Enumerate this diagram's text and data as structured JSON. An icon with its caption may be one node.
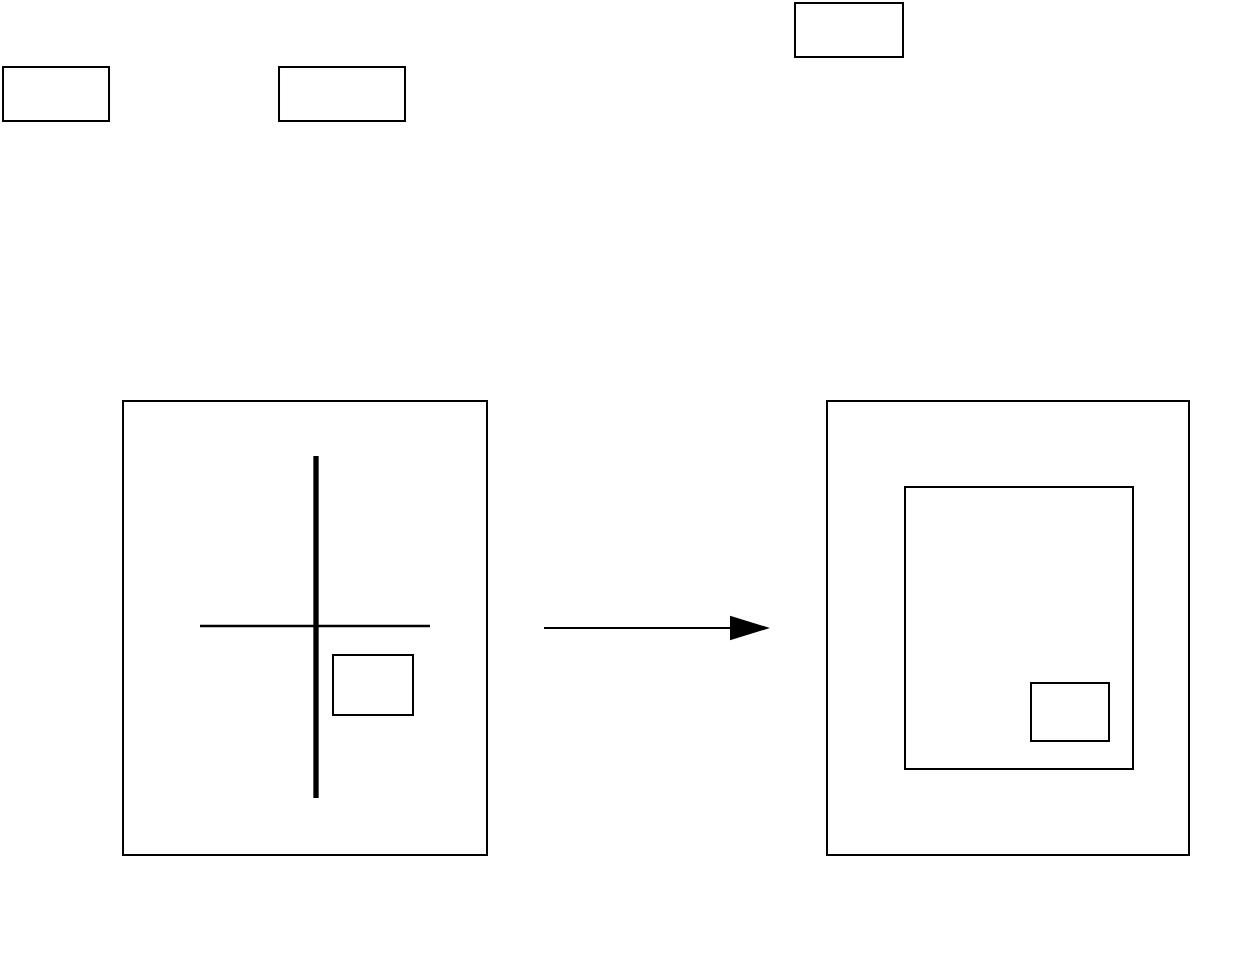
{
  "diagram": {
    "nodes": [
      {
        "text": [],
        "shape": "box"
      },
      {
        "text": [],
        "shape": "box"
      },
      {
        "text": [],
        "shape": "box"
      },
      {
        "text": [],
        "shape": "box"
      },
      {
        "text": [],
        "shape": "box",
        "in": 3
      },
      {
        "text": [],
        "shape": "box"
      },
      {
        "text": [],
        "shape": "box",
        "in": 5
      },
      {
        "text": [],
        "shape": "box",
        "in": 6
      }
    ],
    "edges": [
      {
        "from": 3,
        "to": 5,
        "arrow": "to"
      }
    ]
  }
}
